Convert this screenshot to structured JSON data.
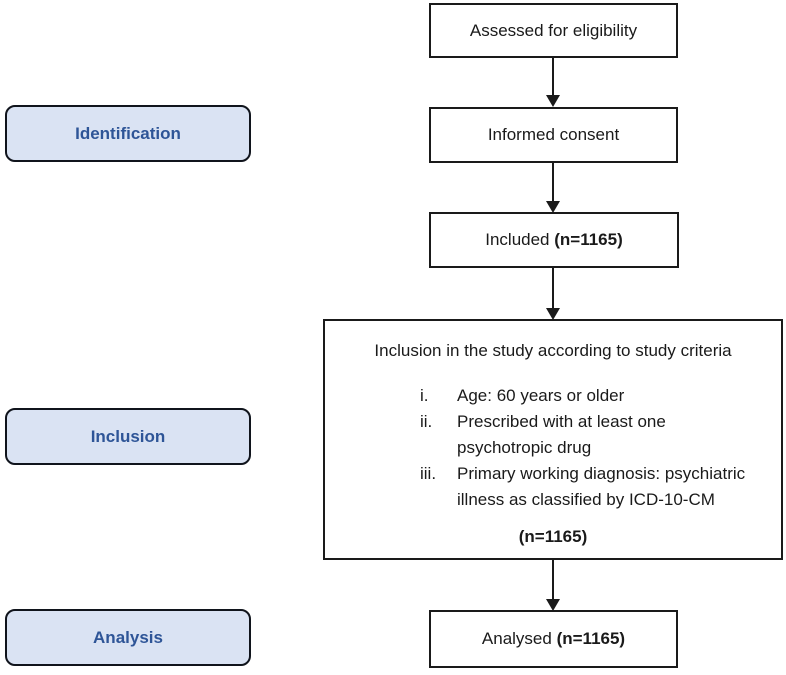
{
  "diagram": {
    "stages": [
      {
        "label": "Identification"
      },
      {
        "label": "Inclusion"
      },
      {
        "label": "Analysis"
      }
    ],
    "boxes": {
      "assessed": "Assessed for eligibility",
      "informed": "Informed consent",
      "included_prefix": "Included ",
      "included_n": "(n=1165)",
      "criteria_title": "Inclusion in the study according to study criteria",
      "criteria_items": [
        {
          "num": "i.",
          "text": "Age: 60 years or older"
        },
        {
          "num": "ii.",
          "text": "Prescribed with at least one psychotropic drug"
        },
        {
          "num": "iii.",
          "text": "Primary working diagnosis: psychiatric illness as classified by ICD-10-CM"
        }
      ],
      "criteria_n": "(n=1165)",
      "analysed_prefix": "Analysed ",
      "analysed_n": "(n=1165)"
    },
    "colors": {
      "stage_fill": "#dae3f3",
      "stage_text": "#2e5597",
      "stage_border": "#10141c",
      "flow_box_border": "#1a1a1a",
      "flow_box_fill": "#ffffff",
      "text": "#1a1a1a"
    }
  }
}
